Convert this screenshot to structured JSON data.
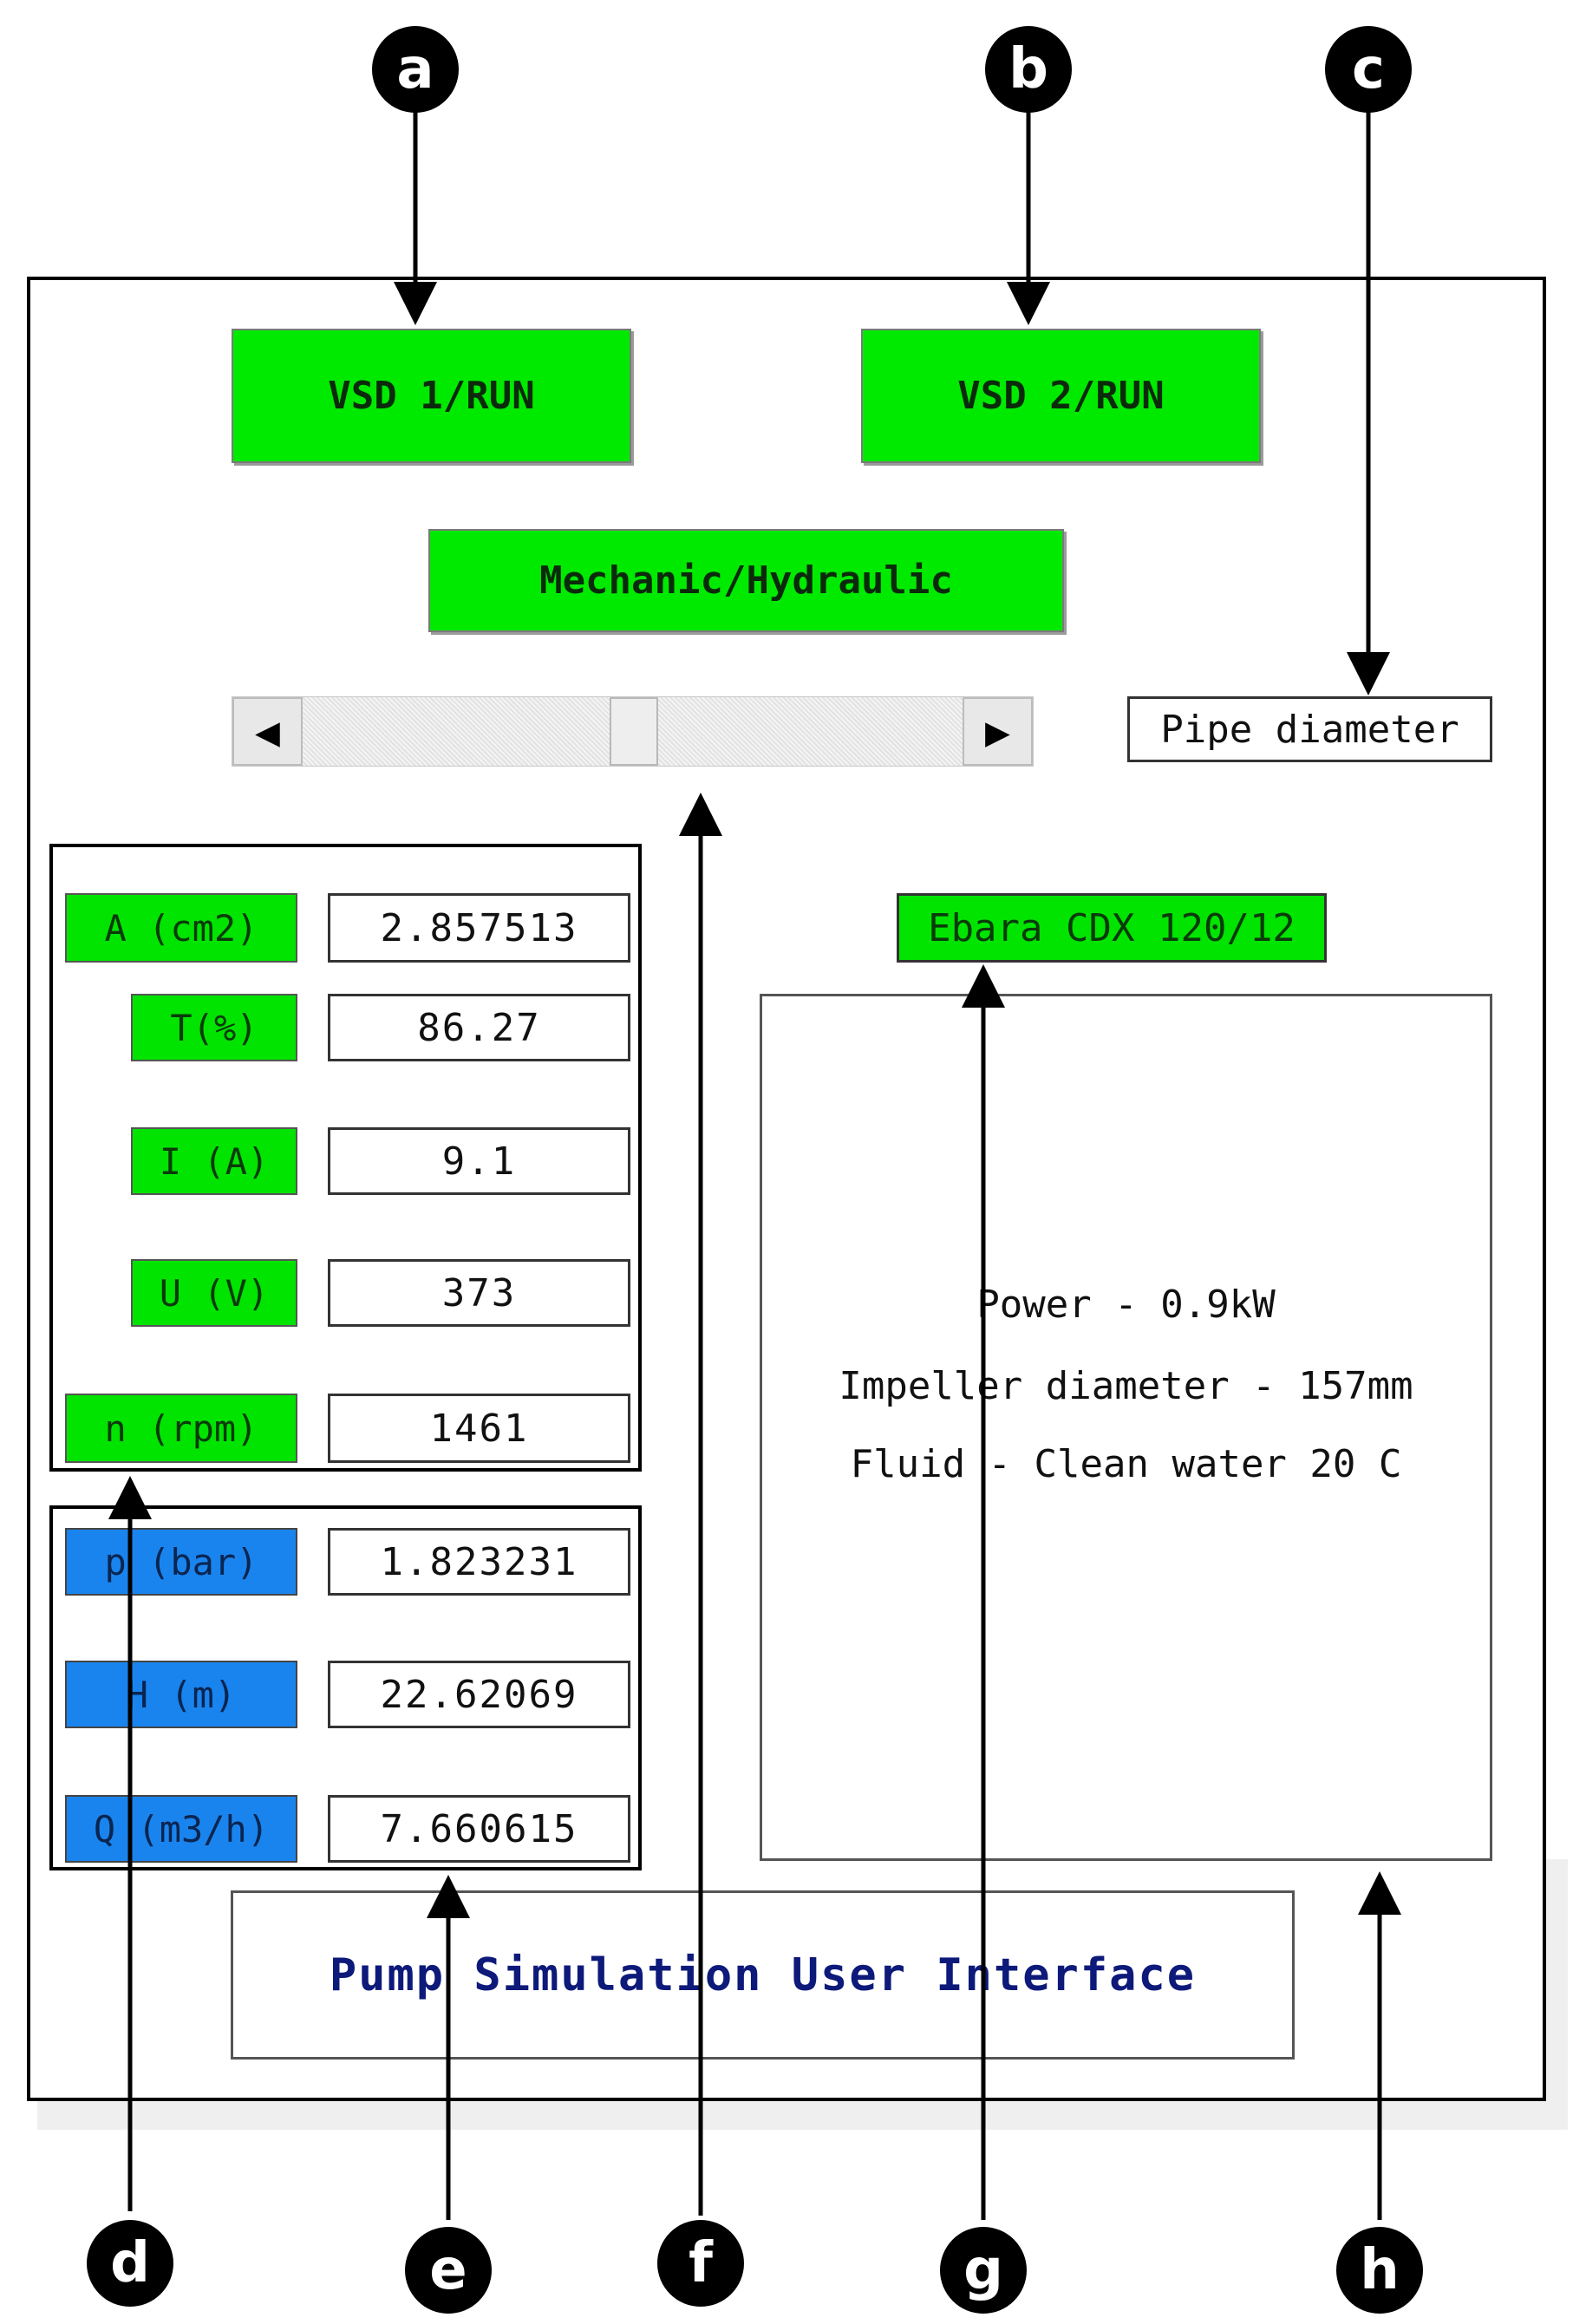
{
  "buttons": {
    "vsd1": "VSD 1/RUN",
    "vsd2": "VSD 2/RUN",
    "mechanic": "Mechanic/Hydraulic"
  },
  "scrollbar": {
    "left_arrow": "◀",
    "right_arrow": "▶",
    "position": 0.5
  },
  "pipe_label": "Pipe diameter",
  "electrical": [
    {
      "label": "A (cm2)",
      "value": "2.857513"
    },
    {
      "label": "T(%)",
      "value": "86.27"
    },
    {
      "label": "I (A)",
      "value": "9.1"
    },
    {
      "label": "U (V)",
      "value": "373"
    },
    {
      "label": "n (rpm)",
      "value": "1461"
    }
  ],
  "hydraulic": [
    {
      "label": "p (bar)",
      "value": "1.823231"
    },
    {
      "label": "H (m)",
      "value": "22.62069"
    },
    {
      "label": "Q (m3/h)",
      "value": "7.660615"
    }
  ],
  "pump": {
    "name": "Ebara CDX 120/12",
    "info": [
      "Power - 0.9kW",
      "Impeller diameter - 157mm",
      "Fluid - Clean water 20 C"
    ]
  },
  "title": "Pump Simulation User Interface",
  "callouts": [
    "a",
    "b",
    "c",
    "d",
    "e",
    "f",
    "g",
    "h"
  ],
  "colors": {
    "green": "#00e400",
    "blue": "#1a84ee",
    "title_text": "#0d1a7a"
  }
}
